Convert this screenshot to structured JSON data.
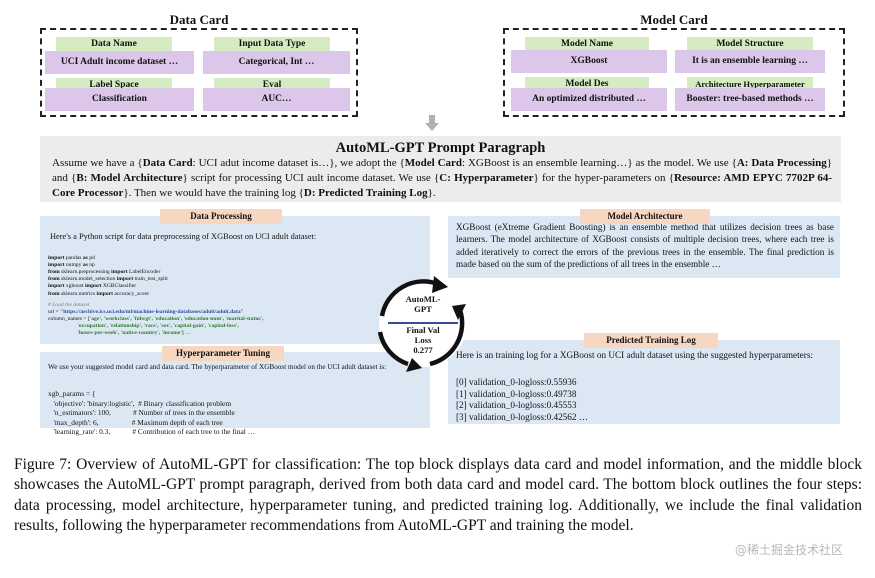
{
  "data_card": {
    "title": "Data Card",
    "fields": [
      {
        "label": "Data Name",
        "value": "UCI Adult income dataset …"
      },
      {
        "label": "Input Data Type",
        "value": "Categorical, Int …"
      },
      {
        "label": "Label Space",
        "value": "Classification"
      },
      {
        "label": "Eval",
        "value": "AUC…"
      }
    ]
  },
  "model_card": {
    "title": "Model Card",
    "fields": [
      {
        "label": "Model Name",
        "value": "XGBoost"
      },
      {
        "label": "Model Structure",
        "value": "It is an ensemble learning …"
      },
      {
        "label": "Model Des",
        "value": "An optimized distributed …"
      },
      {
        "label": "Architecture Hyperparameter",
        "value": "Booster: tree-based methods …"
      }
    ]
  },
  "prompt": {
    "title": "AutoML-GPT Prompt Paragraph",
    "p1": "Assume we have a {",
    "b1": "Data Card",
    "p2": ": UCI adut income dataset is…}, we adopt the {",
    "b2": "Model Card",
    "p3": ": XGBoost is an ensemble learning…} as the model. We use {",
    "b3": "A: Data Processing",
    "p4": "} and {",
    "b4": "B: Model Architecture",
    "p5": "} script for processing UCI ault income dataset. We use {",
    "b5": "C: Hyperparameter",
    "p6": "} for the hyper-parameters on {",
    "b6": "Resource: AMD EPYC 7702P 64-Core Processor",
    "p7": "}. Then we would have the training log {",
    "b7": "D: Predicted Training Log",
    "p8": "}."
  },
  "data_processing": {
    "tag": "Data Processing",
    "intro": "Here's a Python script for data preprocessing of XGBoost on UCI adult dataset:",
    "imports": [
      {
        "k1": "import",
        "mod": " pandas ",
        "k2": "as",
        "alias": " pd"
      },
      {
        "k1": "import",
        "mod": " numpy ",
        "k2": "as",
        "alias": " np"
      },
      {
        "k1": "from",
        "mod": " sklearn.preprocessing ",
        "k2": "import",
        "alias": " LabelEncoder"
      },
      {
        "k1": "from",
        "mod": " sklearn.model_selection ",
        "k2": "import",
        "alias": " train_test_split"
      },
      {
        "k1": "import",
        "mod": " xgboost ",
        "k2": "import",
        "alias": " XGBClassifier"
      },
      {
        "k1": "from",
        "mod": " sklearn.metrics ",
        "k2": "import",
        "alias": " accuracy_score"
      }
    ],
    "comment": "# Load the dataset",
    "url_prefix": "url = ",
    "url": "\"https://archive.ics.uci.edu/ml/machine-learning-databases/adult/adult.data\"",
    "col_prefix": "column_names = [",
    "col_line1": "'age', 'workclass', 'fnlwgt', 'education', 'education-num', 'marital-status',",
    "col_line2": "'occupation', 'relationship', 'race', 'sex', 'capital-gain', 'capital-loss',",
    "col_line3": "'hours-per-week', 'native-country', 'income']",
    "col_line3_suffix": " …"
  },
  "cycle": {
    "top": "AutoML-GPT",
    "bottom_line1": "Final Val",
    "bottom_line2": "Loss",
    "bottom_line3": "0.277"
  },
  "hyperparameter": {
    "tag": "Hyperparameter Tuning",
    "intro": "We use your suggested model card and data card. The hyperparameter of XGBoost model on the UCI adult dataset is:",
    "lines": [
      "xgb_params = {",
      "   'objective': 'binary:logistic',  # Binary classification problem",
      "   'n_estimators': 100,            # Number of trees in the ensemble",
      "   'max_depth': 6,                  # Maximum depth of each tree",
      "   'learning_rate': 0.3,            # Contribution of each tree to the final …"
    ]
  },
  "model_architecture": {
    "tag": "Model Architecture",
    "text": "XGBoost (eXtreme Gradient Boosting) is an ensemble method that utilizes decision trees as base learners. The model architecture of XGBoost consists of multiple decision trees, where each tree is added iteratively to correct the errors of the previous trees in the ensemble. The final prediction is made based on the sum of the predictions of all trees in the ensemble …"
  },
  "training_log": {
    "tag": "Predicted Training Log",
    "intro": "Here is an training log for a XGBoost on UCI adult dataset using the suggested hyperparameters:",
    "lines": [
      "[0] validation_0-logloss:0.55936",
      "[1] validation_0-logloss:0.49738",
      "[2] validation_0-logloss:0.45553",
      "[3] validation_0-logloss:0.42562 …"
    ]
  },
  "caption": "Figure 7: Overview of AutoML-GPT for classification: The top block displays data card and model information, and the middle block showcases the AutoML-GPT prompt paragraph, derived from both data card and model card. The bottom block outlines the four steps: data processing, model architecture, hyperparameter tuning, and predicted training log. Additionally, we include the final validation results, following the hyperparameter recommendations from AutoML-GPT and training the model.",
  "watermark": "@稀土掘金技术社区",
  "colors": {
    "label_green": "#d5ecc2",
    "value_purple": "#dcc6ea",
    "prompt_gray": "#ececec",
    "panel_blue": "#dbe8f4",
    "tag_peach": "#f7d7c2",
    "cycle_blue": "#1f2f8a"
  },
  "icons": [
    "down-arrow-icon",
    "cycle-arrows-icon"
  ]
}
